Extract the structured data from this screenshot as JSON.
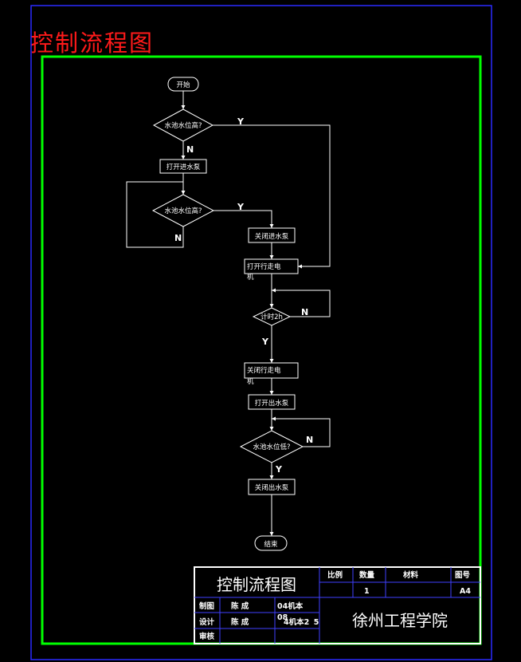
{
  "heading": "控制流程图",
  "flowchart": {
    "start": "开始",
    "end": "结束",
    "decision1": "水池水位高?",
    "open_inlet": "打开进水泵",
    "decision2": "水池水位高?",
    "close_inlet": "关闭进水泵",
    "open_motor_l1": "打开行走电",
    "open_motor_l2": "机",
    "timer": "计时2h",
    "close_motor_l1": "关闭行走电",
    "close_motor_l2": "机",
    "open_outlet": "打开出水泵",
    "decision3": "水池水位低?",
    "close_outlet": "关闭出水泵",
    "yes": "Y",
    "no": "N"
  },
  "title_block": {
    "drawing_title": "控制流程图",
    "scale_label": "比例",
    "quantity_label": "数量",
    "material_label": "材料",
    "drawing_no_label": "图号",
    "quantity_value": "1",
    "drawing_no_value": "A4",
    "drawn_label": "制图",
    "design_label": "设计",
    "review_label": "审核",
    "drawn_name": "陈 成",
    "design_name": "陈 成",
    "drawn_class": "04机本",
    "design_class": "4机本2",
    "design_class_extra": "08",
    "design_class_suffix": "5",
    "school": "徐州工程学院"
  },
  "colors": {
    "outer_border": "#2a2aff",
    "inner_border": "#00ff00",
    "heading": "#ff1a1a",
    "lines": "#ffffff",
    "title_block_grid": "#4040ff"
  }
}
